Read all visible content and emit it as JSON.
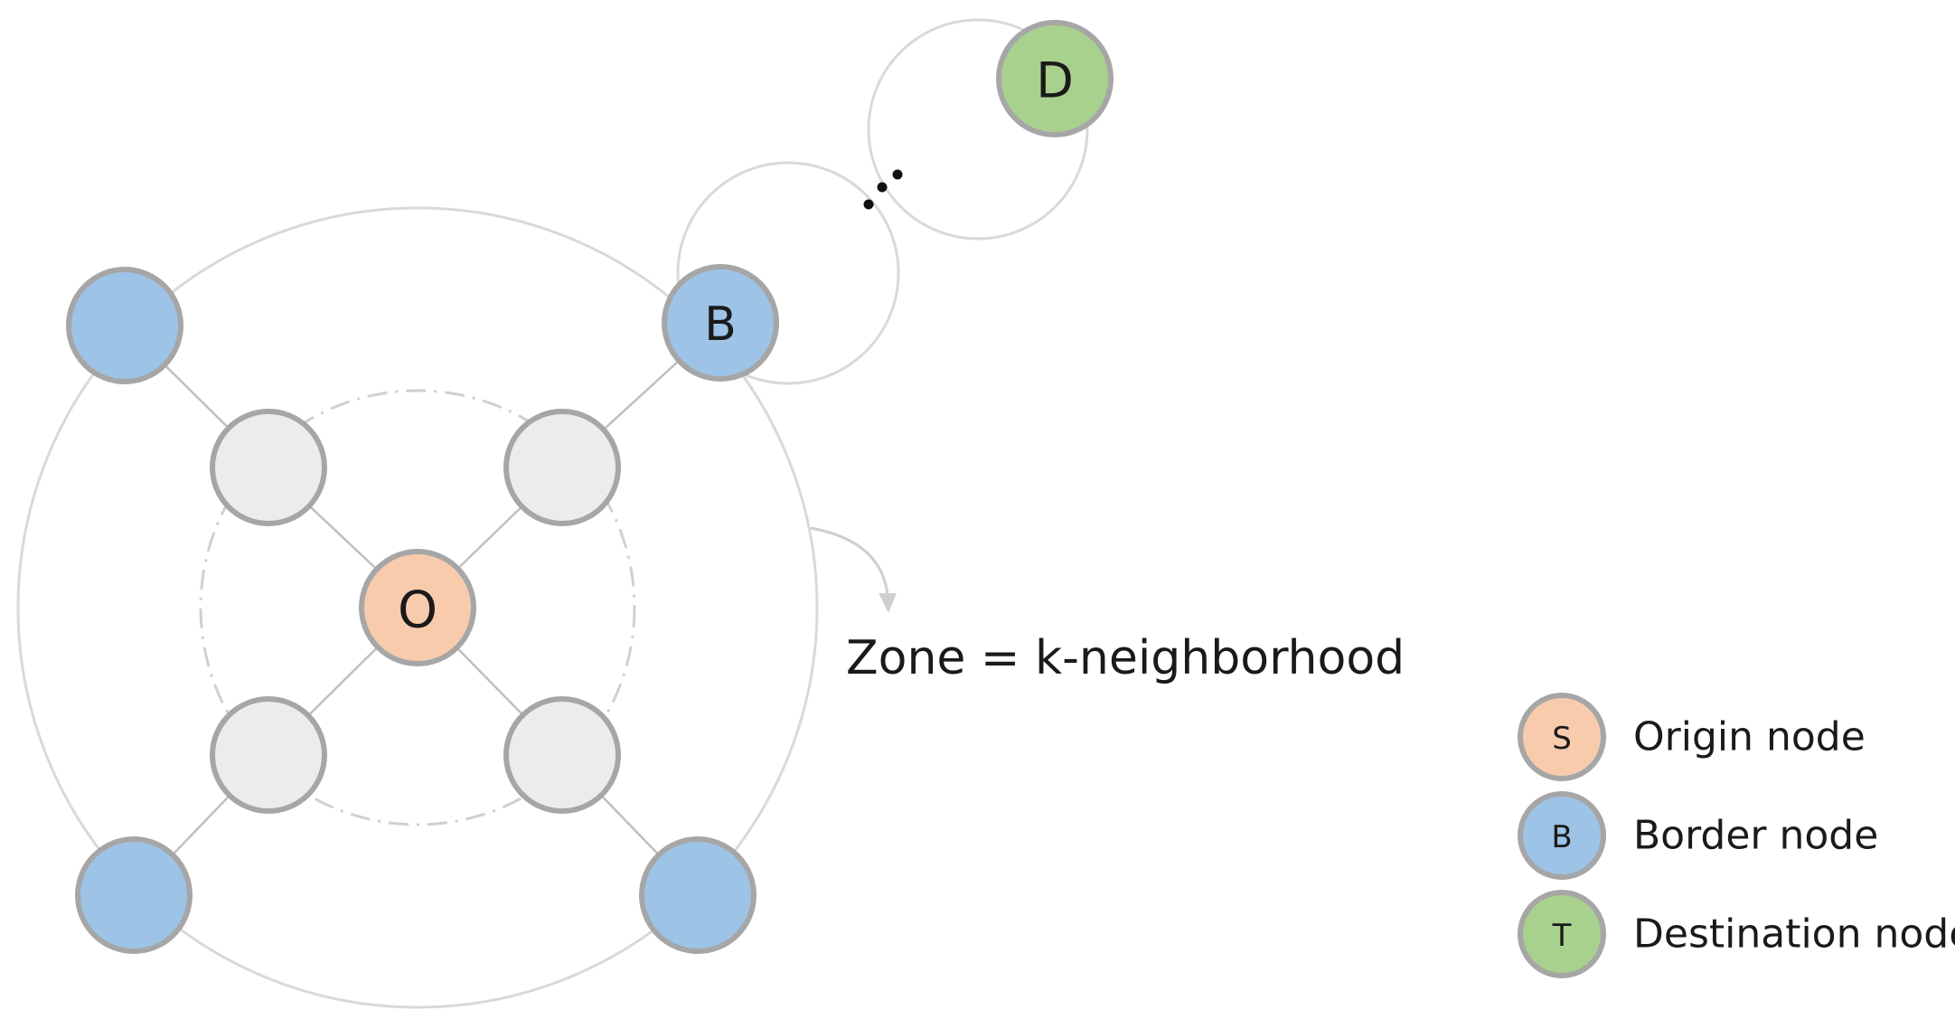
{
  "colors": {
    "origin": "#f8cbad",
    "border": "#9dc3e6",
    "destination": "#a9d18e",
    "inner": "#ececec",
    "node_stroke": "#a6a6a6",
    "ring": "#d9d9d9",
    "edge": "#bfbfbf"
  },
  "nodes": {
    "origin_label": "O",
    "border_label": "B",
    "destination_label": "D"
  },
  "zone_label": "Zone = k-neighborhood",
  "legend": {
    "origin": {
      "symbol": "S",
      "label": "Origin node"
    },
    "border": {
      "symbol": "B",
      "label": "Border node"
    },
    "destination": {
      "symbol": "T",
      "label": "Destination node"
    }
  }
}
